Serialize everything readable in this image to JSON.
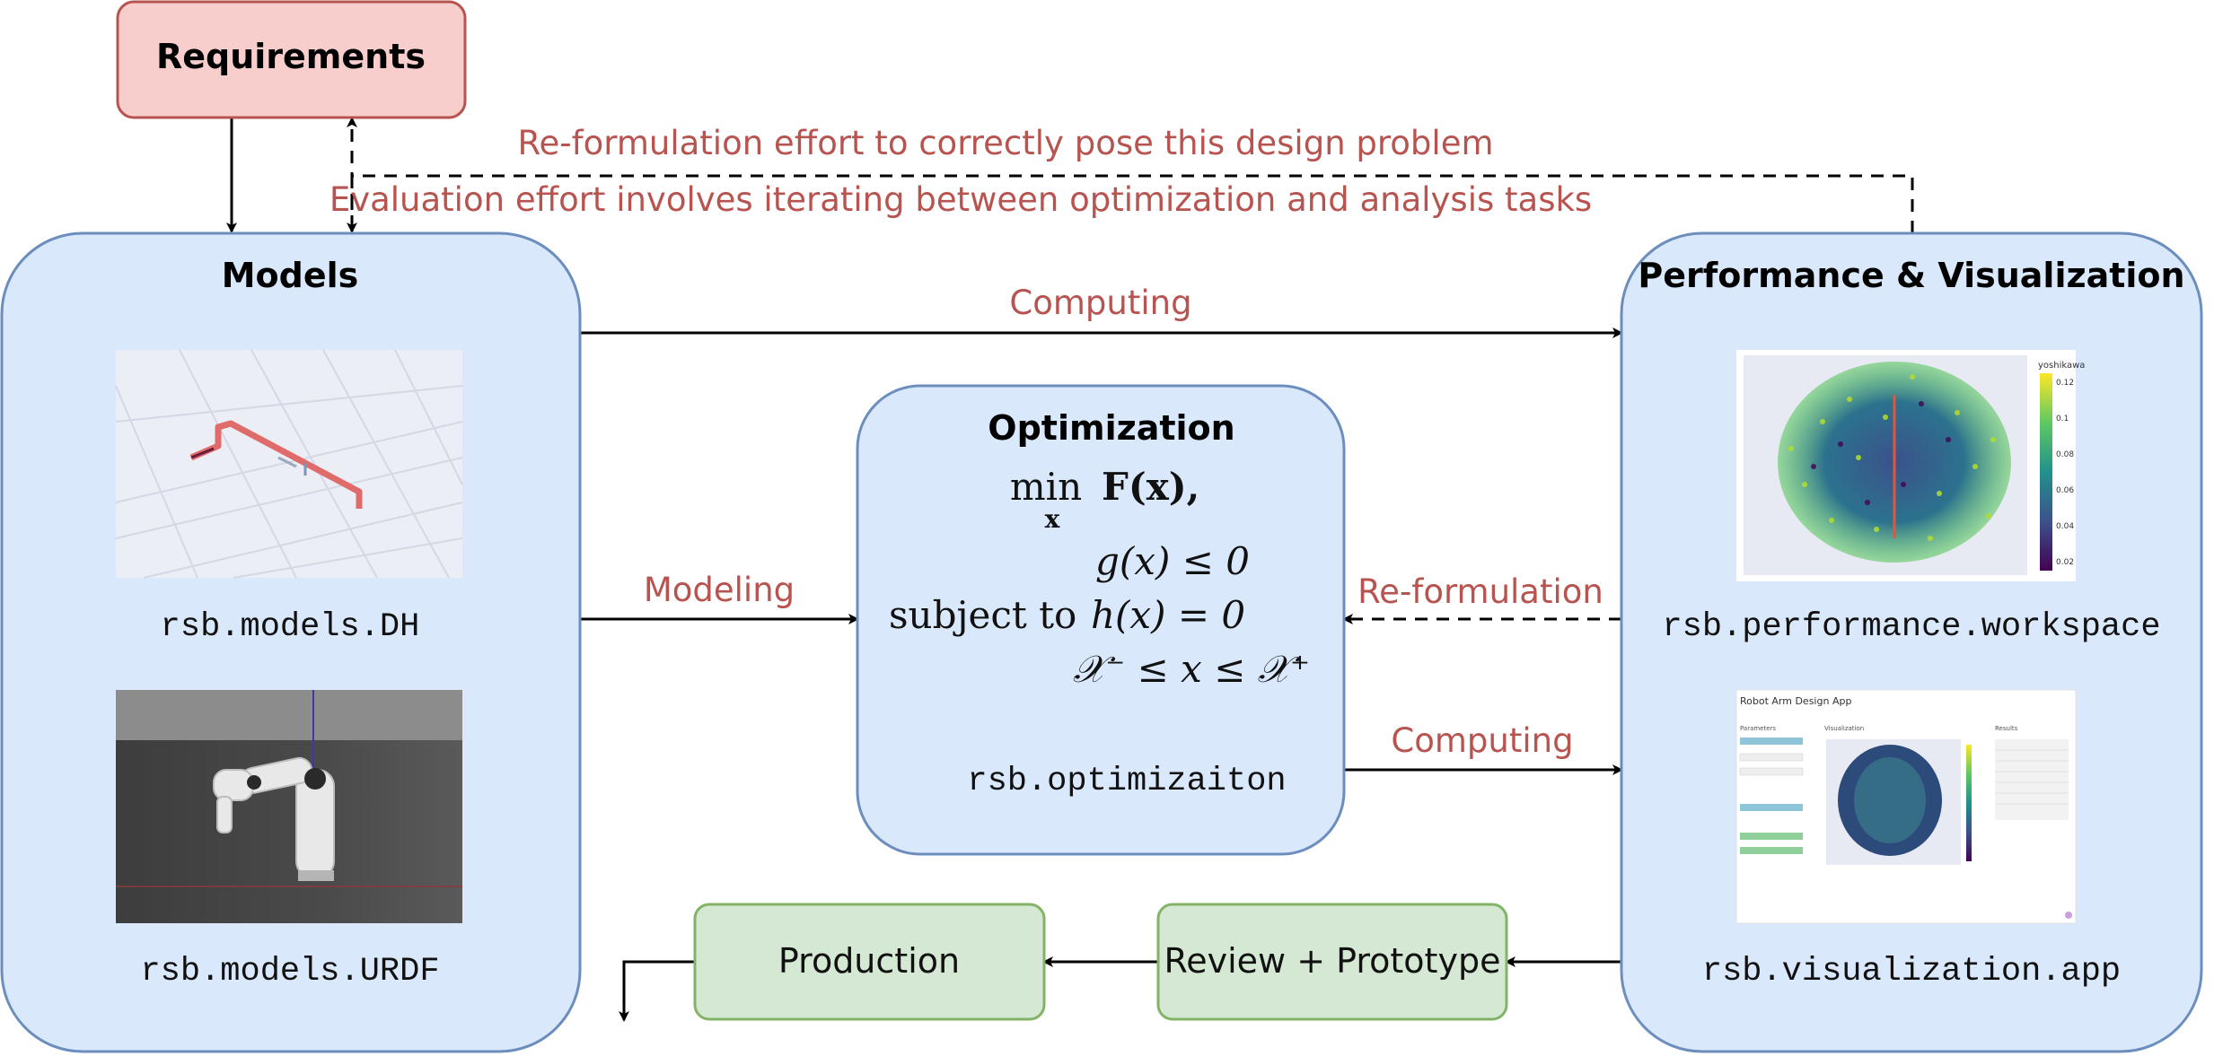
{
  "nodes": {
    "requirements": {
      "title": "Requirements"
    },
    "models": {
      "title": "Models",
      "dh_label": "rsb.models.DH",
      "urdf_label": "rsb.models.URDF"
    },
    "optimization": {
      "title": "Optimization",
      "formula_min": "min",
      "formula_min_sub": "x",
      "formula_objective": "F(x),",
      "formula_subject": "subject to",
      "constraint_g": "g(x) ≤ 0",
      "constraint_h": "h(x) = 0",
      "constraint_bounds": "𝒳⁻ ≤ x ≤ 𝒳⁺",
      "module_label": "rsb.optimizaiton"
    },
    "performance": {
      "title": "Performance & Visualization",
      "workspace_label": "rsb.performance.workspace",
      "app_label": "rsb.visualization.app",
      "workspace_plot_title": "yoshikawa",
      "colorbar_ticks": [
        "0.12",
        "0.1",
        "0.08",
        "0.06",
        "0.04",
        "0.02"
      ],
      "app_title": "Robot Arm Design App",
      "app_sections": [
        "Parameters",
        "Visualization",
        "Results"
      ]
    },
    "production": {
      "title": "Production"
    },
    "review": {
      "title": "Review + Prototype"
    }
  },
  "edges": {
    "reformulation_top": "Re-formulation effort to correctly pose this design problem",
    "evaluation_top": "Evaluation effort involves iterating between optimization and analysis tasks",
    "computing_top": "Computing",
    "modeling": "Modeling",
    "reformulation": "Re-formulation",
    "computing_bottom": "Computing"
  },
  "colors": {
    "blue_fill": "#dae8fc",
    "blue_stroke": "#6c8ebf",
    "red_fill": "#f8cecc",
    "red_stroke": "#b85450",
    "green_fill": "#d5e8d4",
    "green_stroke": "#82b366",
    "label_red": "#b85450"
  }
}
